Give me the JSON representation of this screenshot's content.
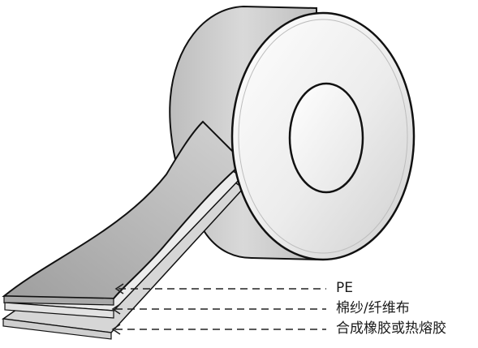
{
  "diagram": {
    "subject": "tape-roll",
    "layers": [
      {
        "key": "top",
        "label": "PE"
      },
      {
        "key": "middle",
        "label": "棉纱/纤维布"
      },
      {
        "key": "bottom",
        "label": "合成橡胶或热熔胶"
      }
    ],
    "colors": {
      "outline": "#111111",
      "face_light": "#f2f2f2",
      "face_dark": "#c8c8c8",
      "layer_mid": "#e6e6e6",
      "arrow": "#222222"
    }
  }
}
